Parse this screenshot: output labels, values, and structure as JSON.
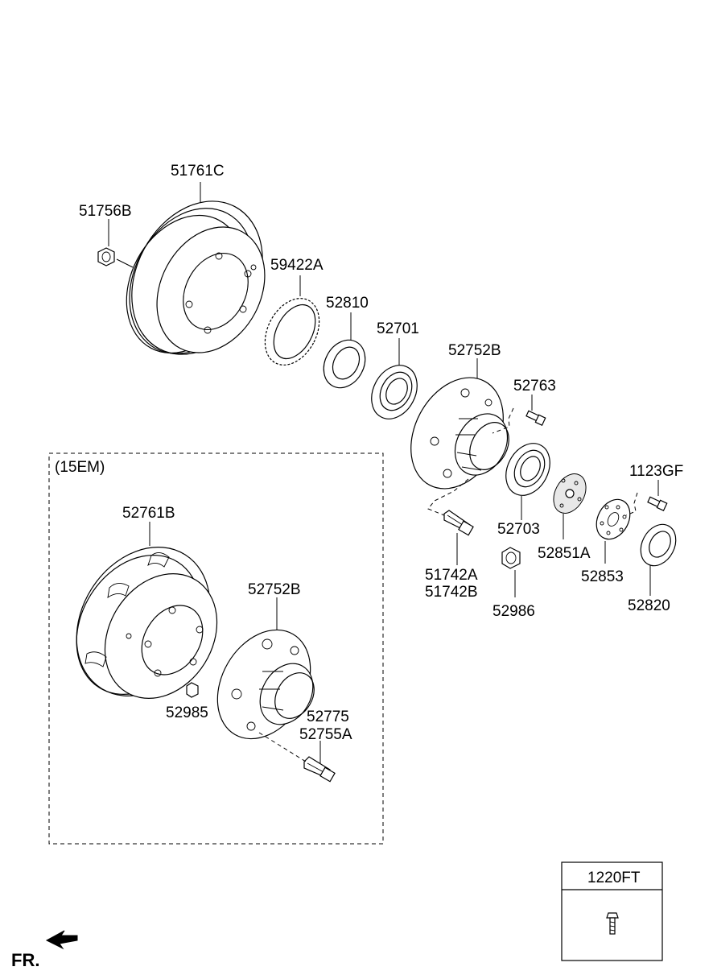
{
  "parts": {
    "p51761C": "51761C",
    "p51756B": "51756B",
    "p59422A": "59422A",
    "p52810": "52810",
    "p52701": "52701",
    "p52752B": "52752B",
    "p52763": "52763",
    "p1123GF": "1123GF",
    "p52703": "52703",
    "p52851A": "52851A",
    "p52853": "52853",
    "p51742A": "51742A",
    "p51742B": "51742B",
    "p52986": "52986",
    "p52820": "52820"
  },
  "variant": {
    "title": "(15EM)",
    "p52761B": "52761B",
    "p52752B": "52752B",
    "p52985": "52985",
    "p52775": "52775",
    "p52755A": "52755A"
  },
  "inset": {
    "title": "1220FT"
  },
  "direction": {
    "label": "FR."
  }
}
